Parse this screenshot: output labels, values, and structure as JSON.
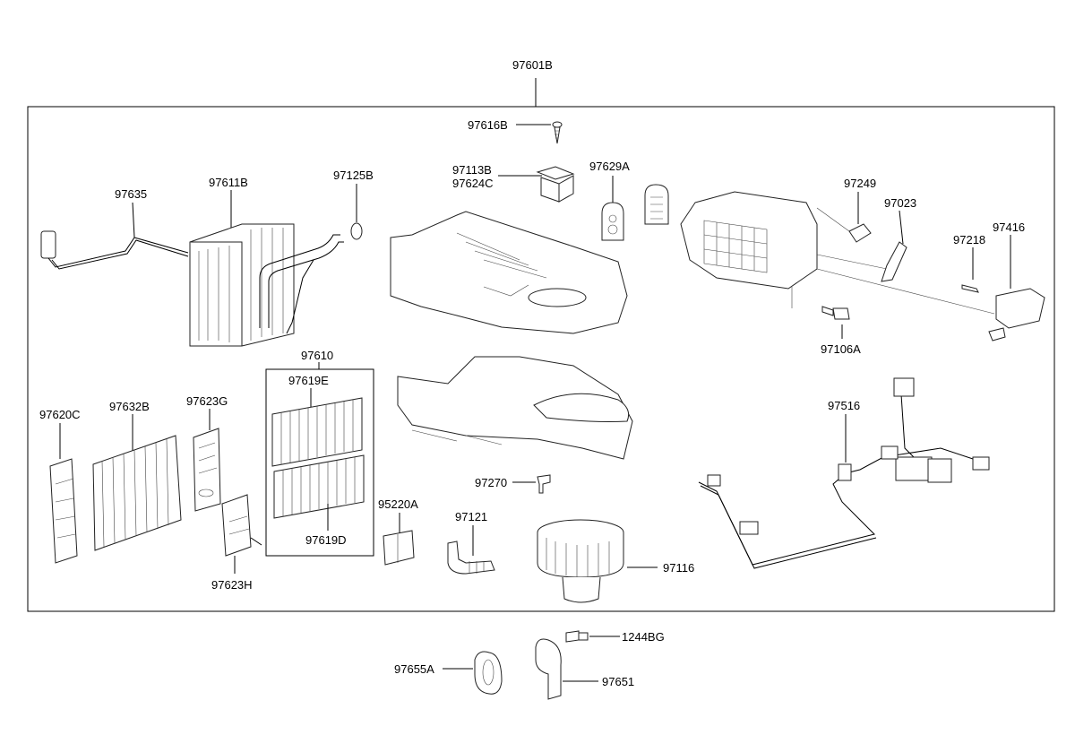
{
  "assembly": "97601B",
  "labels": {
    "p97616B": "97616B",
    "p97113B": "97113B",
    "p97624C": "97624C",
    "p97629A": "97629A",
    "p97635": "97635",
    "p97611B": "97611B",
    "p97125B": "97125B",
    "p97249": "97249",
    "p97023": "97023",
    "p97218": "97218",
    "p97416": "97416",
    "p97106A": "97106A",
    "p97610": "97610",
    "p97619E": "97619E",
    "p97619D": "97619D",
    "p97620C": "97620C",
    "p97632B": "97632B",
    "p97623G": "97623G",
    "p97623H": "97623H",
    "p95220A": "95220A",
    "p97121": "97121",
    "p97270": "97270",
    "p97116": "97116",
    "p97516": "97516",
    "p1244BG": "1244BG",
    "p97655A": "97655A",
    "p97651": "97651"
  }
}
